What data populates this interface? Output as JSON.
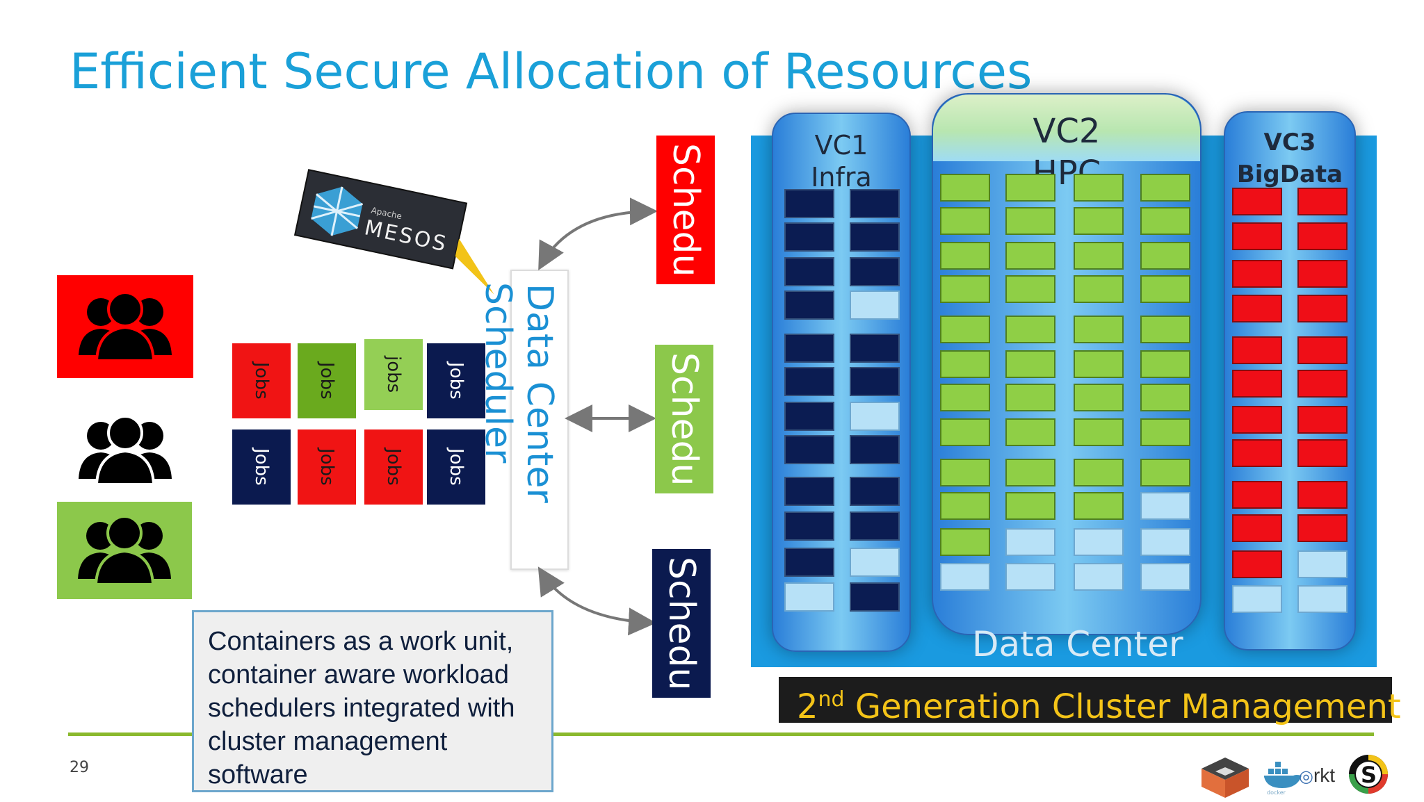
{
  "slide": {
    "title": "Efficient Secure Allocation of Resources",
    "page_number": "29"
  },
  "user_groups": [
    {
      "icon": "user-group-icon",
      "bg": "#ff0000"
    },
    {
      "icon": "user-group-icon",
      "bg": "#ffffff"
    },
    {
      "icon": "user-group-icon",
      "bg": "#8cc84b"
    }
  ],
  "jobs": [
    {
      "label": "Jobs",
      "bg": "#f01414",
      "color": "#1a1a1a"
    },
    {
      "label": "Jobs",
      "bg": "#6aaa1e",
      "color": "#1a1a1a"
    },
    {
      "label": "jobs",
      "bg": "#94cf55",
      "color": "#1a1a1a"
    },
    {
      "label": "Jobs",
      "bg": "#0b1a4f",
      "color": "#ffffff"
    },
    {
      "label": "Jobs",
      "bg": "#0b1a4f",
      "color": "#ffffff"
    },
    {
      "label": "Jobs",
      "bg": "#f01414",
      "color": "#1a1a1a"
    },
    {
      "label": "Jobs",
      "bg": "#f01414",
      "color": "#1a1a1a"
    },
    {
      "label": "Jobs",
      "bg": "#0b1a4f",
      "color": "#ffffff"
    }
  ],
  "mesos": {
    "small": "Apache",
    "big": "MESOS"
  },
  "data_center_scheduler": {
    "line1": "Data Center",
    "line2": "Scheduler"
  },
  "schedulers": [
    {
      "label": "Schedu",
      "bg": "#ff0000"
    },
    {
      "label": "Schedu",
      "bg": "#8cc84b"
    },
    {
      "label": "Schedu",
      "bg": "#0b1a4f"
    }
  ],
  "vcs": [
    {
      "name": "VC1",
      "sub": "Infra",
      "cols": 2,
      "cells": [
        "navy",
        "navy",
        "navy",
        "navy",
        "navy",
        "navy",
        "navy",
        "lightblue",
        "navy",
        "navy",
        "navy",
        "navy",
        "navy",
        "lightblue",
        "navy",
        "navy",
        "navy",
        "navy",
        "navy",
        "navy",
        "navy",
        "lightblue",
        "lightblue",
        "navy"
      ]
    },
    {
      "name": "VC2",
      "sub": "HPC",
      "cols": 4,
      "cells": [
        "green",
        "green",
        "green",
        "green",
        "green",
        "green",
        "green",
        "green",
        "green",
        "green",
        "green",
        "green",
        "green",
        "green",
        "green",
        "green",
        "green",
        "green",
        "green",
        "green",
        "green",
        "green",
        "green",
        "green",
        "green",
        "green",
        "green",
        "green",
        "green",
        "green",
        "green",
        "green",
        "green",
        "green",
        "green",
        "green",
        "green",
        "green",
        "green",
        "lightblue",
        "green",
        "lightblue",
        "lightblue",
        "lightblue",
        "lightblue",
        "lightblue",
        "lightblue",
        "lightblue"
      ]
    },
    {
      "name": "VC3",
      "sub": "BigData",
      "cols": 2,
      "cells": [
        "red",
        "red",
        "red",
        "red",
        "red",
        "red",
        "red",
        "red",
        "red",
        "red",
        "red",
        "red",
        "red",
        "red",
        "red",
        "red",
        "red",
        "red",
        "red",
        "red",
        "red",
        "lightblue",
        "lightblue",
        "lightblue"
      ]
    }
  ],
  "data_center_label": "Data Center",
  "banner": {
    "sup_prefix": "2",
    "sup": "nd",
    "text": " Generation Cluster Management"
  },
  "callout_text": "Containers as a work unit, container aware workload schedulers integrated with cluster management software",
  "logos": {
    "rkt": "rkt",
    "docker_small": "docker"
  },
  "colors": {
    "title": "#1aa0d8",
    "accent_line": "#8ab92d",
    "dc_blue": "#1a9ae0",
    "banner_text": "#f4c418"
  }
}
